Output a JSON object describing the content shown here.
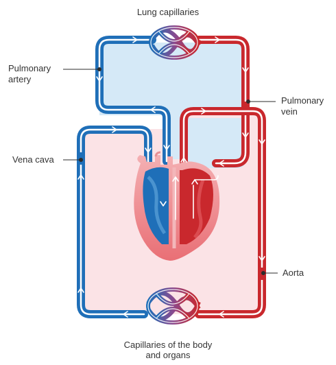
{
  "labels": {
    "top": "Lung capillaries",
    "pulmonary_artery": "Pulmonary\nartery",
    "pulmonary_vein": "Pulmonary\nvein",
    "vena_cava": "Vena cava",
    "aorta": "Aorta",
    "bottom": "Capillaries of the body\nand organs"
  },
  "colors": {
    "deoxygenated": "#1f6fb8",
    "oxygenated": "#c9282d",
    "lung_region": "#d5e9f7",
    "body_region": "#fbe3e6",
    "heart_wall": "#f1a3a5"
  }
}
